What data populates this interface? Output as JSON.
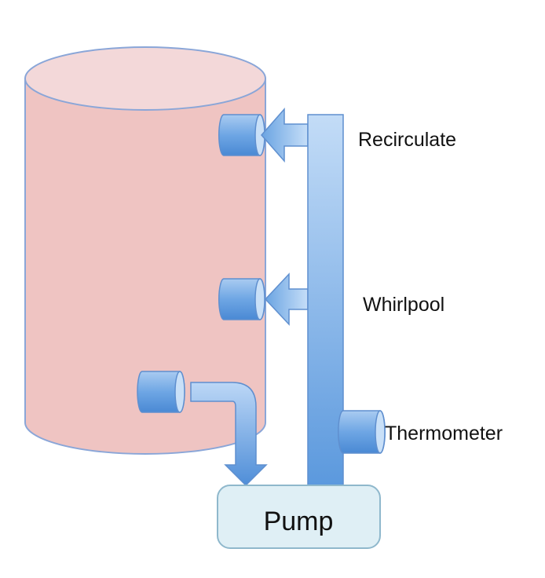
{
  "labels": {
    "recirculate": "Recirculate",
    "whirlpool": "Whirlpool",
    "thermometer": "Thermometer",
    "pump": "Pump"
  },
  "colors": {
    "tank_fill": "#efc4c2",
    "tank_top": "#f3d8d9",
    "tank_stroke": "#8aa6d8",
    "pipe_light": "#bcd7f6",
    "pipe_dark": "#5d98dc",
    "pipe_stroke": "#5f8fcf",
    "pump_fill": "#dfeff5",
    "pump_stroke": "#8fb8cc"
  }
}
